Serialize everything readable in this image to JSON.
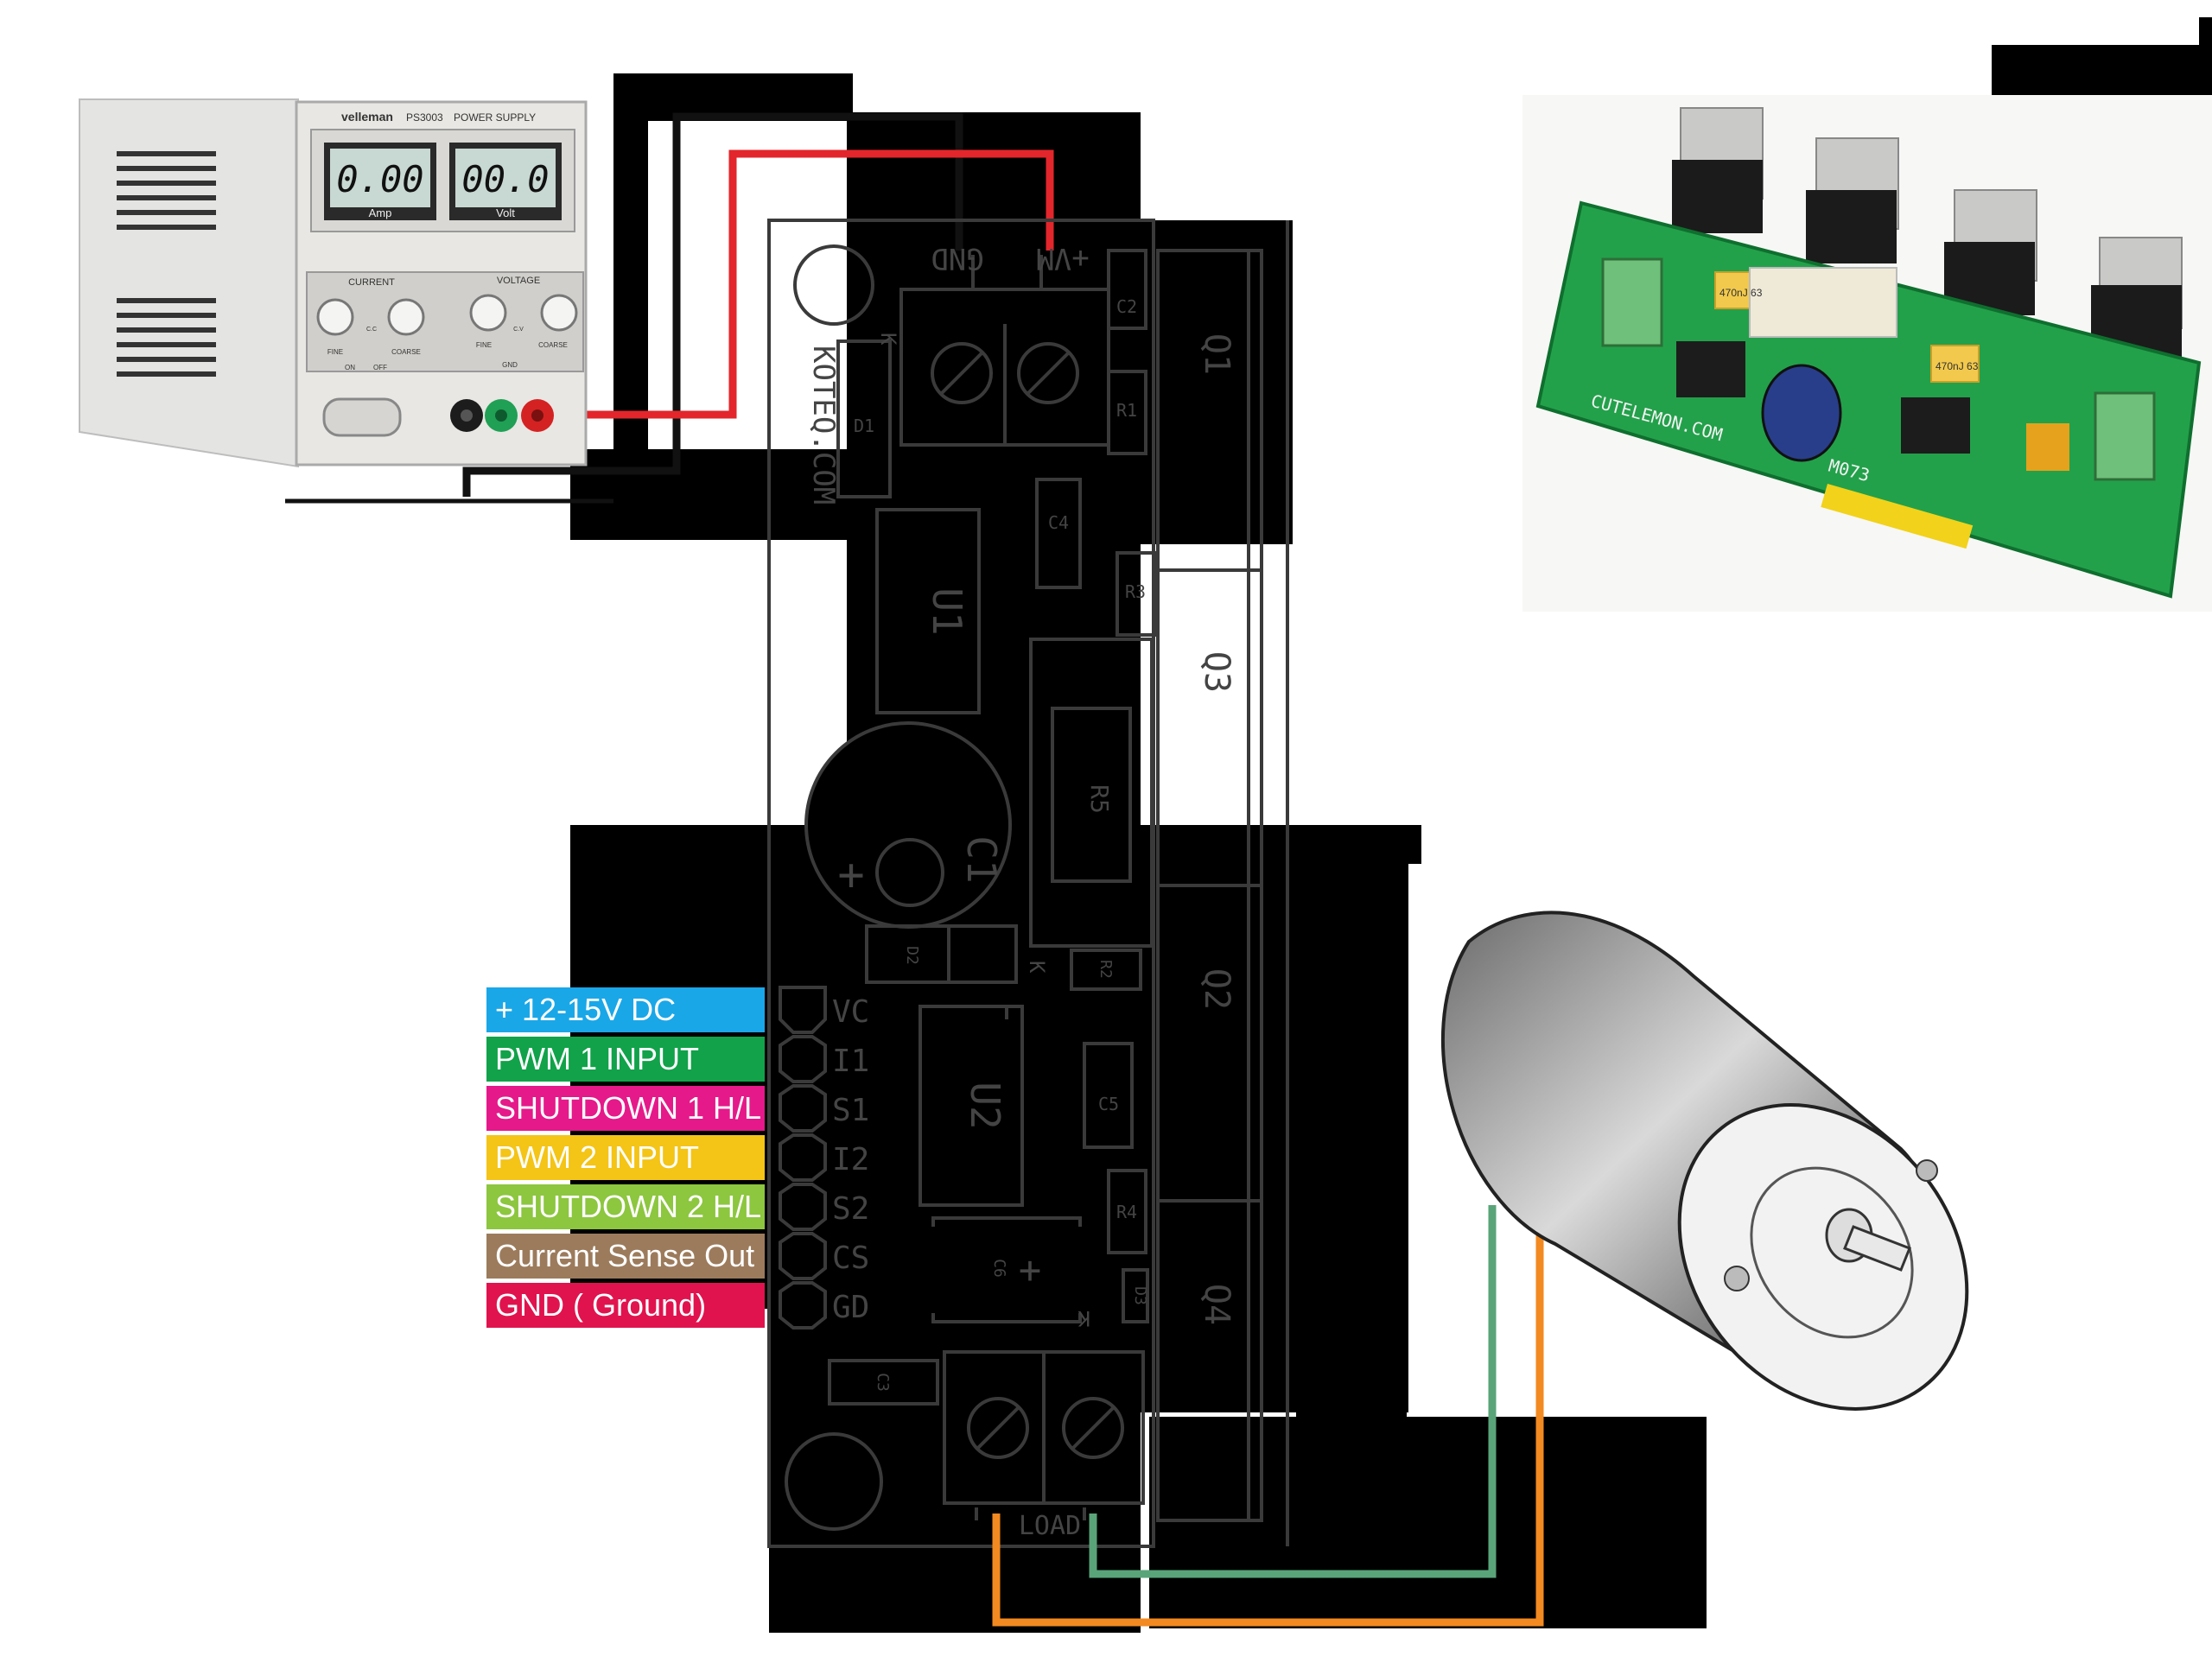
{
  "pcb": {
    "silk_brand": "KOTEQ.COM",
    "power_terminal": {
      "gnd_label": "GND",
      "vm_label": "+VM"
    },
    "load_terminal_label": "LOAD",
    "components": {
      "c1": "C1",
      "c2": "C2",
      "c3": "C3",
      "c4": "C4",
      "c5": "C5",
      "c6": "C6",
      "r1": "R1",
      "r2": "R2",
      "r3": "R3",
      "r4": "R4",
      "r5": "R5",
      "d1": "D1",
      "d2": "D2",
      "d3": "D3",
      "u1": "U1",
      "u2": "U2",
      "q1": "Q1",
      "q2": "Q2",
      "q3": "Q3",
      "q4": "Q4",
      "k_mark": "K",
      "plus_mark": "+"
    },
    "header_pins": [
      "VC",
      "I1",
      "S1",
      "I2",
      "S2",
      "CS",
      "GD"
    ]
  },
  "pin_labels": [
    {
      "text": "+ 12-15V DC",
      "color": "#1aa7e8"
    },
    {
      "text": "PWM 1 INPUT",
      "color": "#11a24a"
    },
    {
      "text": "SHUTDOWN 1 H/L",
      "color": "#e5198a"
    },
    {
      "text": "PWM 2 INPUT",
      "color": "#f4c416"
    },
    {
      "text": "SHUTDOWN 2 H/L",
      "color": "#8dc63f"
    },
    {
      "text": "Current Sense Out",
      "color": "#9c7b5c"
    },
    {
      "text": "GND ( Ground)",
      "color": "#e0134e"
    }
  ],
  "power_supply": {
    "brand": "velleman",
    "model": "PS3003",
    "title": "POWER SUPPLY",
    "amp_display": "0.00",
    "volt_display": "00.0",
    "amp_label": "Amp",
    "volt_label": "Volt",
    "current_label": "CURRENT",
    "voltage_label": "VOLTAGE",
    "fine_label": "FINE",
    "coarse_label": "COARSE",
    "cc_label": "C.C",
    "cv_label": "C.V",
    "on_label": "ON",
    "off_label": "OFF",
    "gnd_label": "GND"
  },
  "board_photo": {
    "brand": "CUTELEMON.COM",
    "model": "M073",
    "cap_label": "470nJ 63"
  },
  "wire_colors": {
    "red": "#e3262b",
    "black": "#111111",
    "green": "#5aa47a",
    "orange": "#f28a21"
  }
}
